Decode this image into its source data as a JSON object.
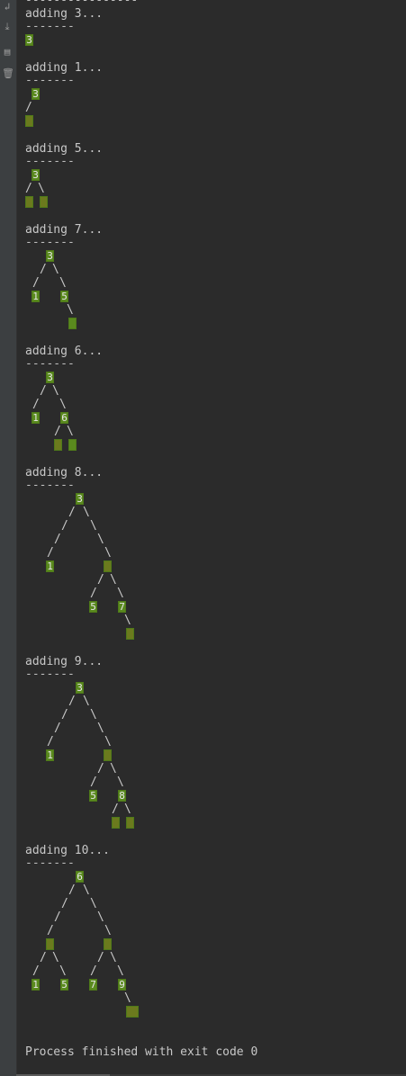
{
  "top_rule": "----------------",
  "dash": "-------",
  "gutter_icons": [
    {
      "name": "soft-wrap-icon",
      "glyph": "↲"
    },
    {
      "name": "scroll-to-end-icon",
      "glyph": "⤓"
    },
    {
      "name": "print-icon",
      "glyph": "▤"
    },
    {
      "name": "trash-icon",
      "glyph": "🗑"
    }
  ],
  "blocks": [
    {
      "label": "adding 3...",
      "nodes": [
        "3"
      ]
    },
    {
      "label": "adding 1...",
      "nodes": [
        "3",
        ""
      ]
    },
    {
      "label": "adding 5...",
      "nodes": [
        "3",
        "",
        ""
      ]
    },
    {
      "label": "adding 7...",
      "nodes": [
        "3",
        "1",
        "5",
        ""
      ]
    },
    {
      "label": "adding 6...",
      "nodes": [
        "3",
        "1",
        "6",
        "",
        ""
      ]
    },
    {
      "label": "adding 8...",
      "nodes": [
        "3",
        "1",
        "",
        "5",
        "7",
        ""
      ]
    },
    {
      "label": "adding 9...",
      "nodes": [
        "3",
        "1",
        "",
        "5",
        "8",
        "",
        ""
      ]
    },
    {
      "label": "adding 10...",
      "nodes": [
        "6",
        "",
        "",
        "1",
        "5",
        "7",
        "9",
        ""
      ]
    }
  ],
  "footer": "Process finished with exit code 0"
}
